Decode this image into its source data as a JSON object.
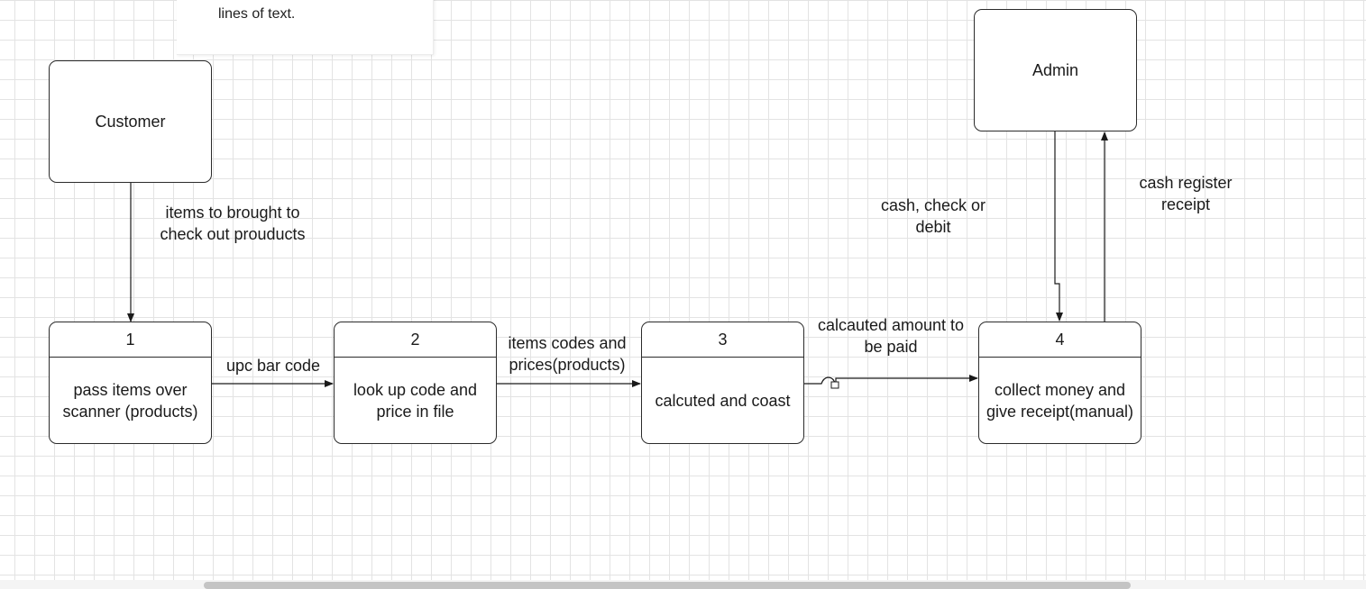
{
  "tooltip": {
    "text": "lines of text."
  },
  "entities": {
    "customer": "Customer",
    "admin": "Admin"
  },
  "processes": [
    {
      "number": "1",
      "label": "pass items over scanner (products)"
    },
    {
      "number": "2",
      "label": "look up code and price in file"
    },
    {
      "number": "3",
      "label": "calcuted and coast"
    },
    {
      "number": "4",
      "label": "collect money and give receipt(manual)"
    }
  ],
  "flows": {
    "customer_to_1": "items to brought to check out prouducts",
    "p1_to_p2": "upc bar code",
    "p2_to_p3": "items codes and prices(products)",
    "p3_to_p4": "calcauted amount to be paid",
    "admin_to_p4": "cash, check or debit",
    "p4_to_admin": "cash register receipt"
  }
}
